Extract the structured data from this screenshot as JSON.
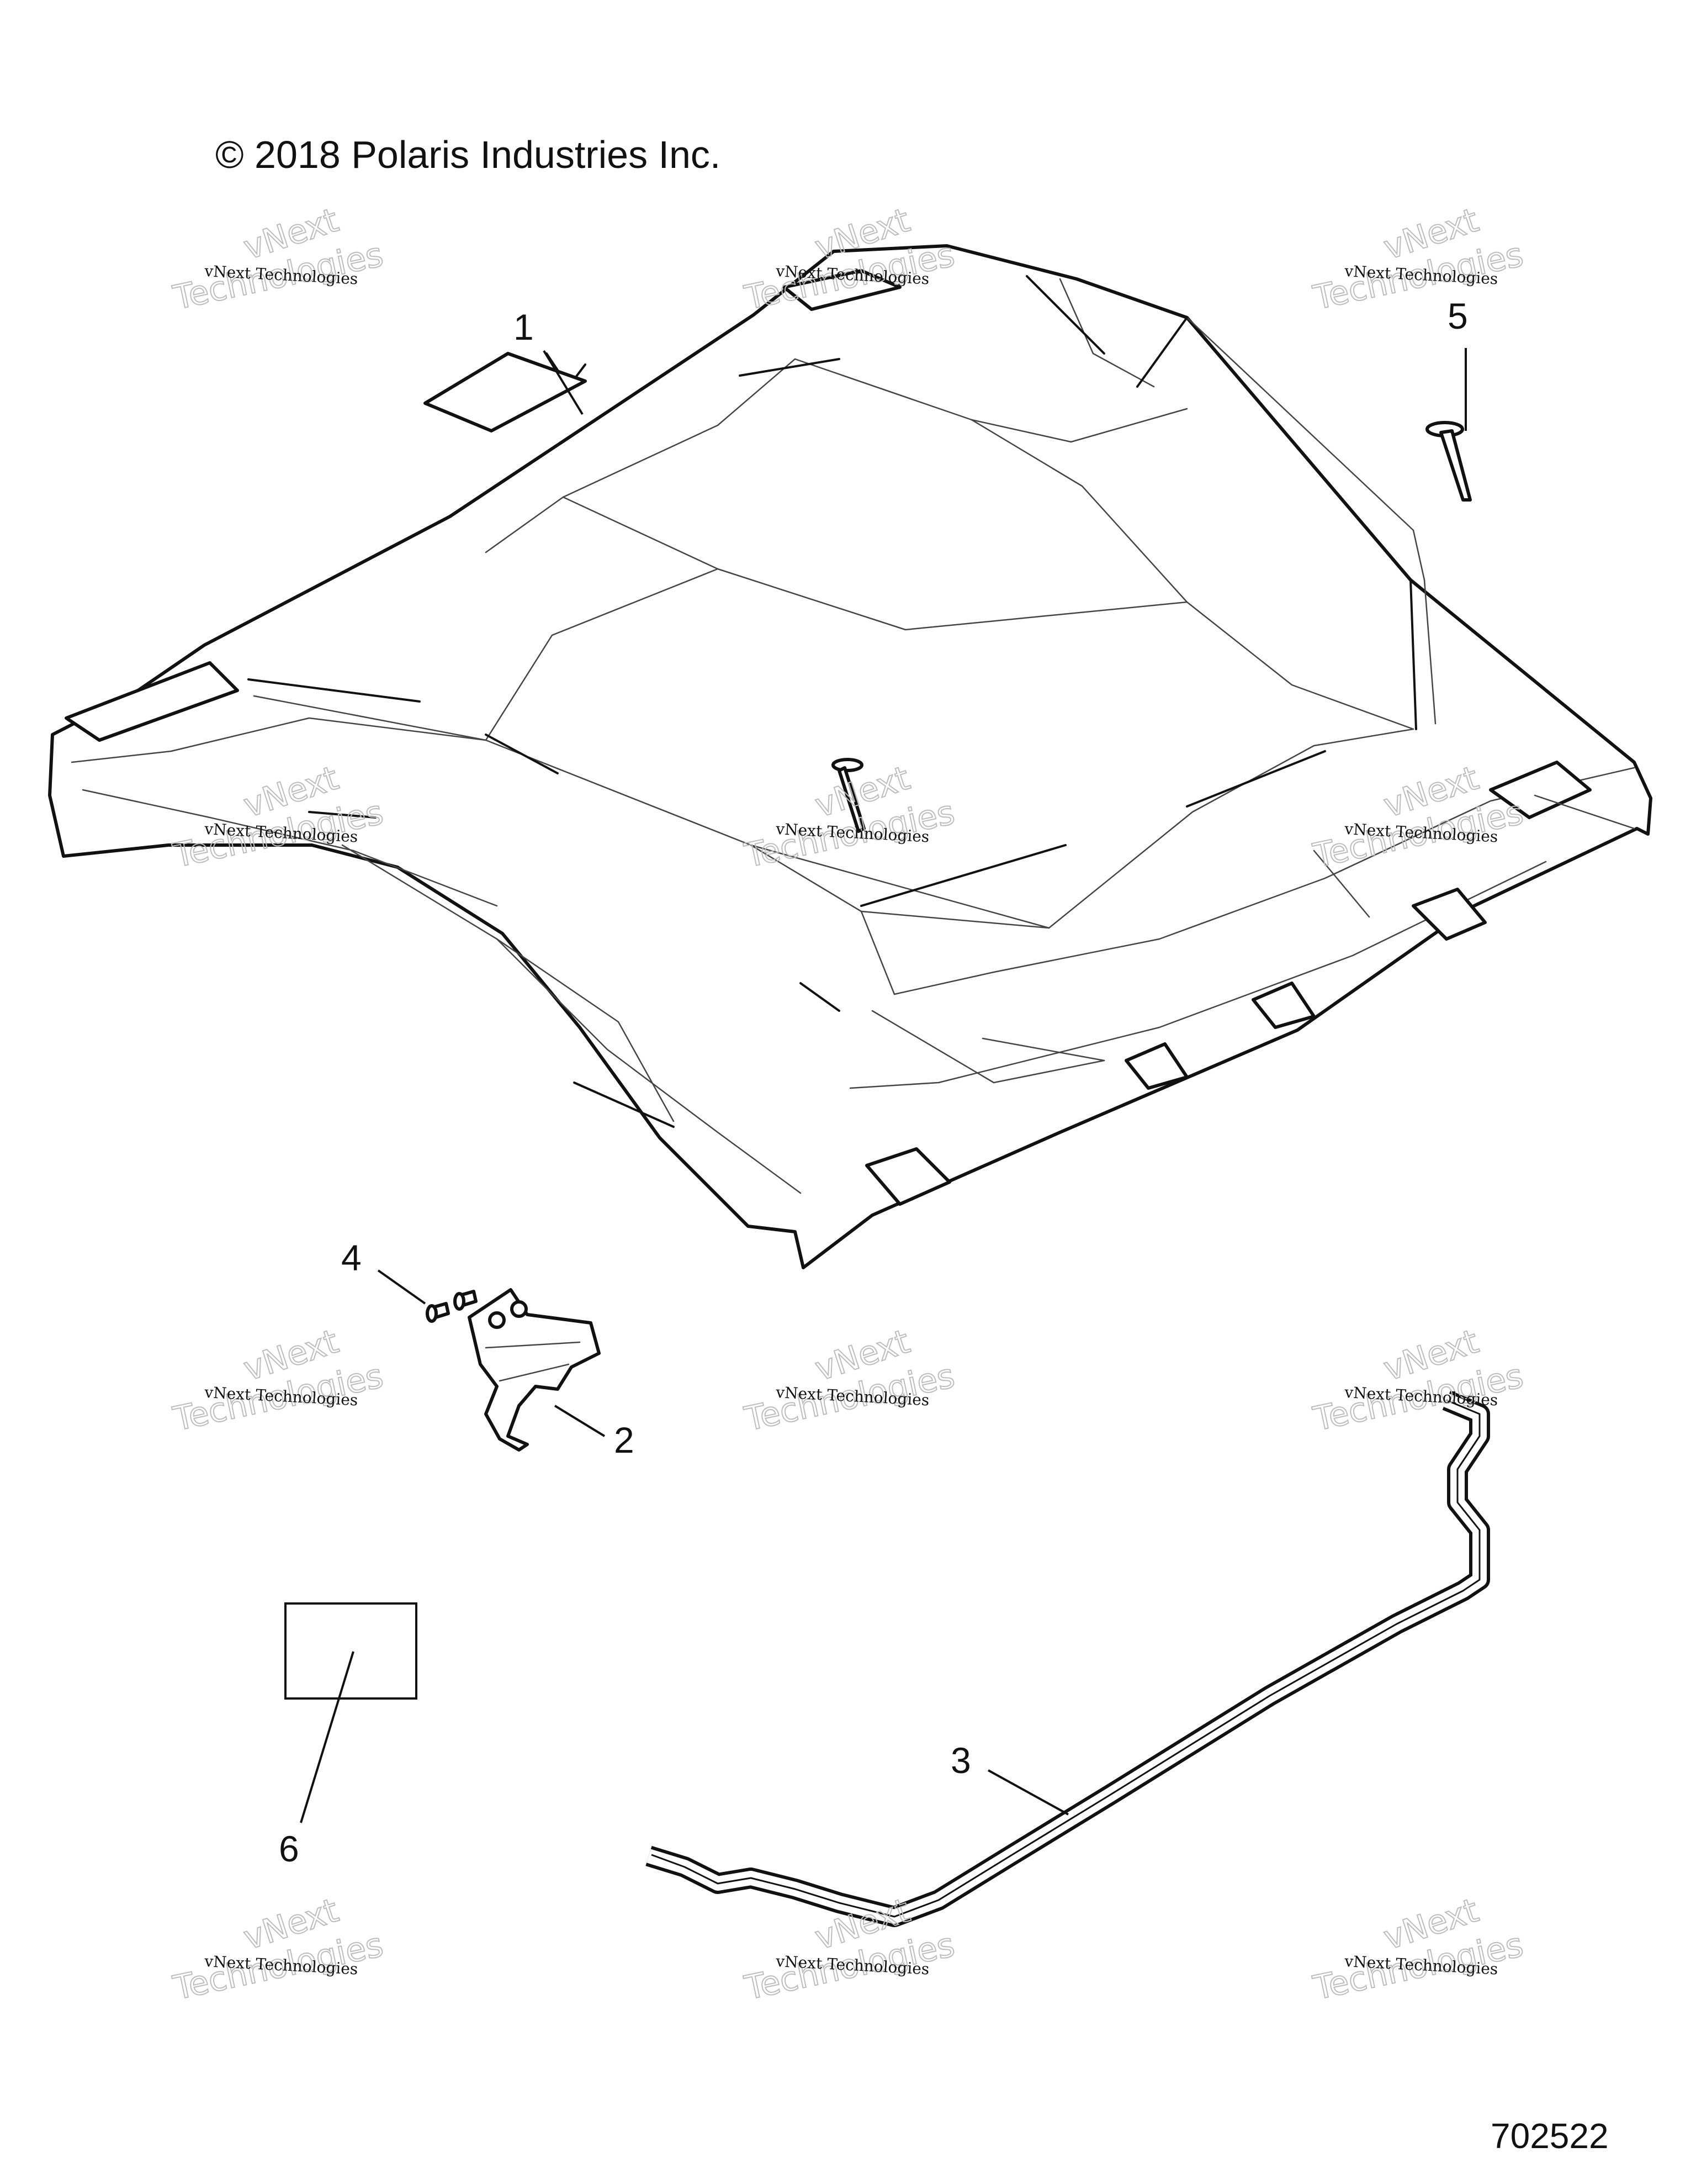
{
  "copyright": "© 2018 Polaris Industries Inc.",
  "diagram_id": "702522",
  "callouts": [
    "1",
    "2",
    "3",
    "4",
    "5",
    "6"
  ],
  "watermark": {
    "small": "vNext Technologies",
    "big_line1": "vNext",
    "big_line2": "Technologies"
  }
}
